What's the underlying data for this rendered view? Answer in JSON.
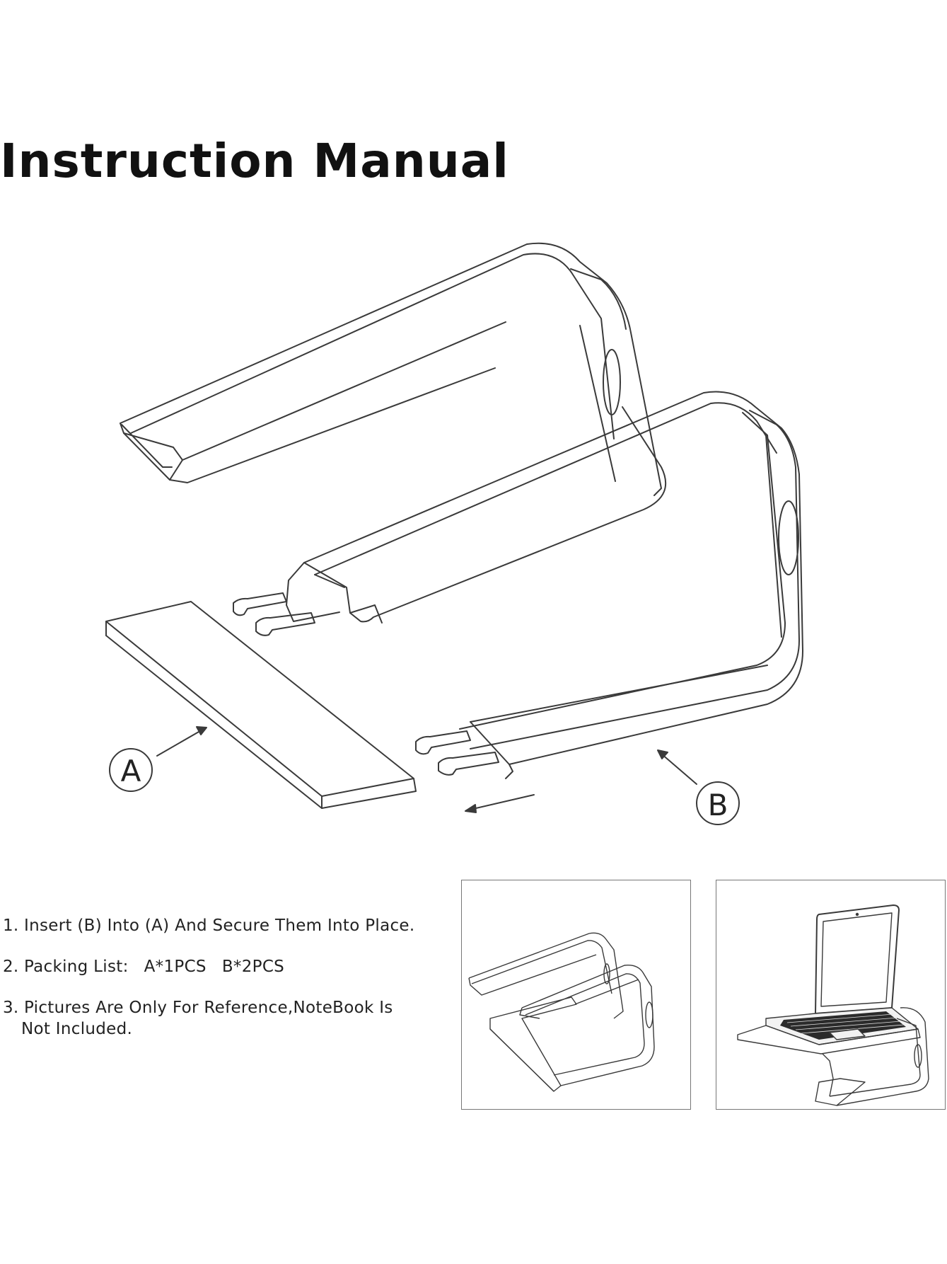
{
  "title": "Instruction Manual",
  "labels": {
    "part_a": "A",
    "part_b": "B"
  },
  "steps": [
    {
      "num": "1.",
      "text": "Insert (B) Into (A) And Secure Them Into Place."
    },
    {
      "num": "2.",
      "text": "Packing List:",
      "items": [
        "A*1PCS",
        "B*2PCS"
      ]
    },
    {
      "num": "3.",
      "text": "Pictures Are Only For Reference,NoteBook Is",
      "text_cont": "Not Included."
    }
  ],
  "colors": {
    "line": "#3a3a3a",
    "text": "#222222",
    "panel_border": "#777777"
  }
}
